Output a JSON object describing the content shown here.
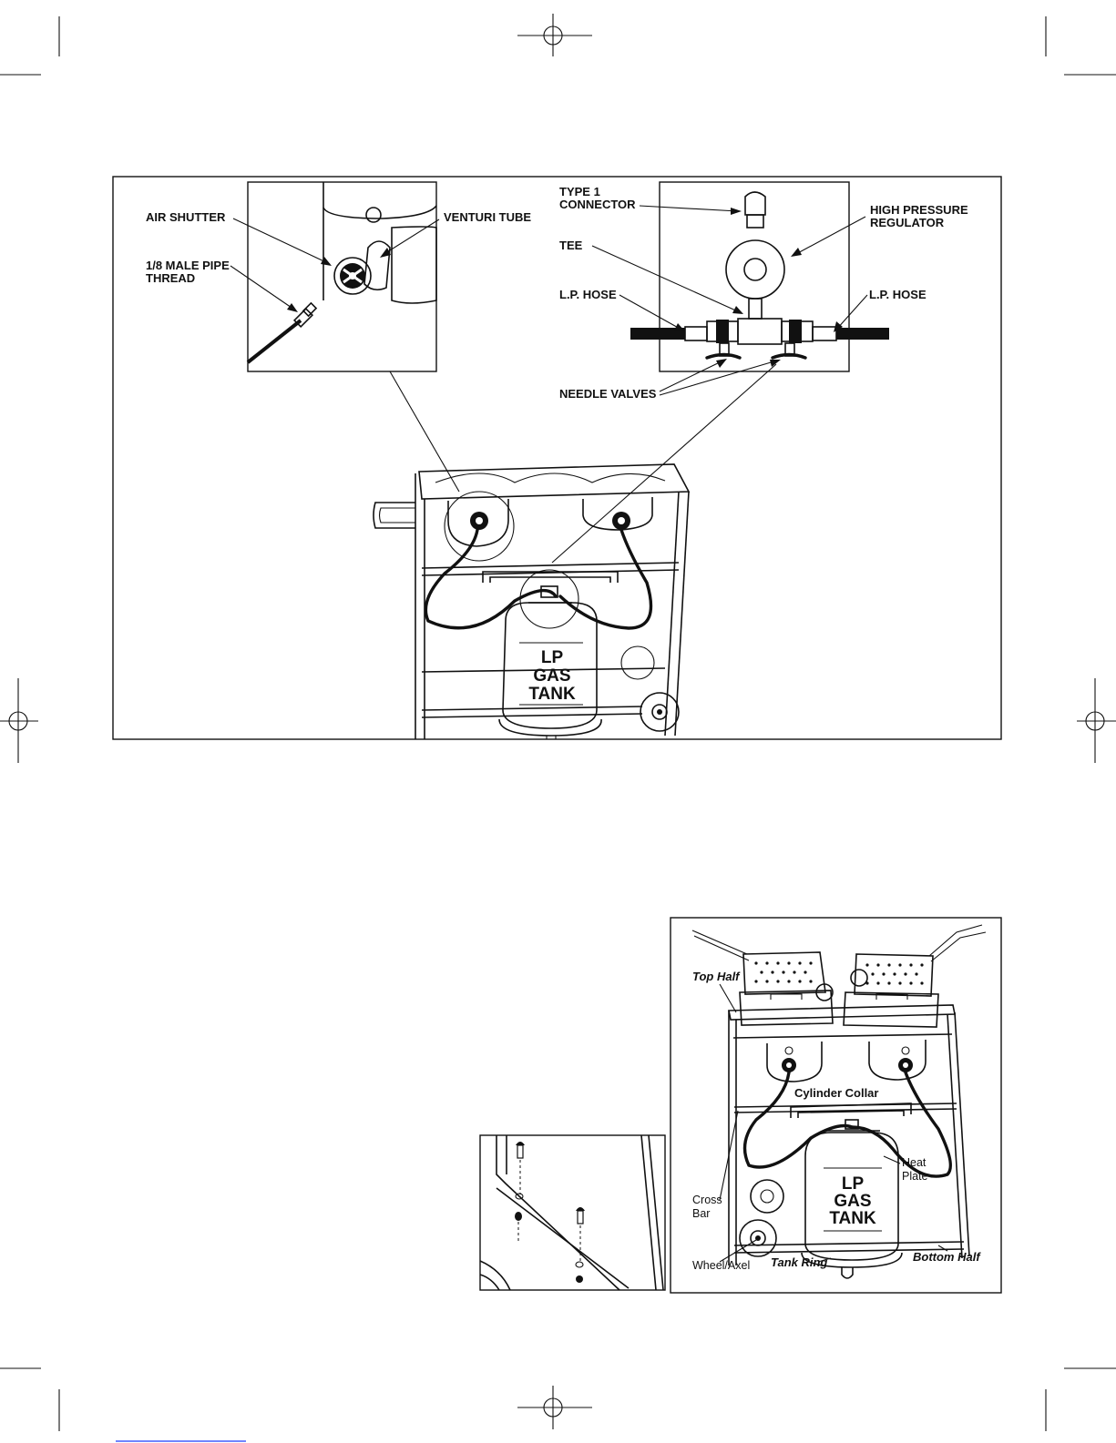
{
  "figure_top": {
    "inset_left": {
      "labels": {
        "air_shutter": "AIR SHUTTER",
        "venturi_tube": "VENTURI  TUBE",
        "male_pipe_thread_1": "1/8 MALE PIPE",
        "male_pipe_thread_2": "THREAD"
      }
    },
    "inset_right": {
      "labels": {
        "type1_connector_1": "TYPE 1",
        "type1_connector_2": "CONNECTOR",
        "high_pressure_regulator_1": "HIGH PRESSURE",
        "high_pressure_regulator_2": "REGULATOR",
        "tee": "TEE",
        "lp_hose_left": "L.P. HOSE",
        "lp_hose_right": "L.P. HOSE",
        "needle_valves": "NEEDLE VALVES"
      }
    },
    "tank": {
      "line1": "LP",
      "line2": "GAS",
      "line3": "TANK"
    }
  },
  "figure_bottom": {
    "labels": {
      "top_half": "Top Half",
      "cylinder_collar": "Cylinder Collar",
      "heat_plate_1": "Heat",
      "heat_plate_2": "Plate",
      "cross_bar_1": "Cross",
      "cross_bar_2": "Bar",
      "wheel_axel": "Wheel/Axel",
      "tank_ring": "Tank Ring",
      "bottom_half": "Bottom Half"
    },
    "tank": {
      "line1": "LP",
      "line2": "GAS",
      "line3": "TANK"
    }
  },
  "colors": {
    "ink": "#111111",
    "paper": "#ffffff",
    "link_underline": "#1a3cff"
  }
}
